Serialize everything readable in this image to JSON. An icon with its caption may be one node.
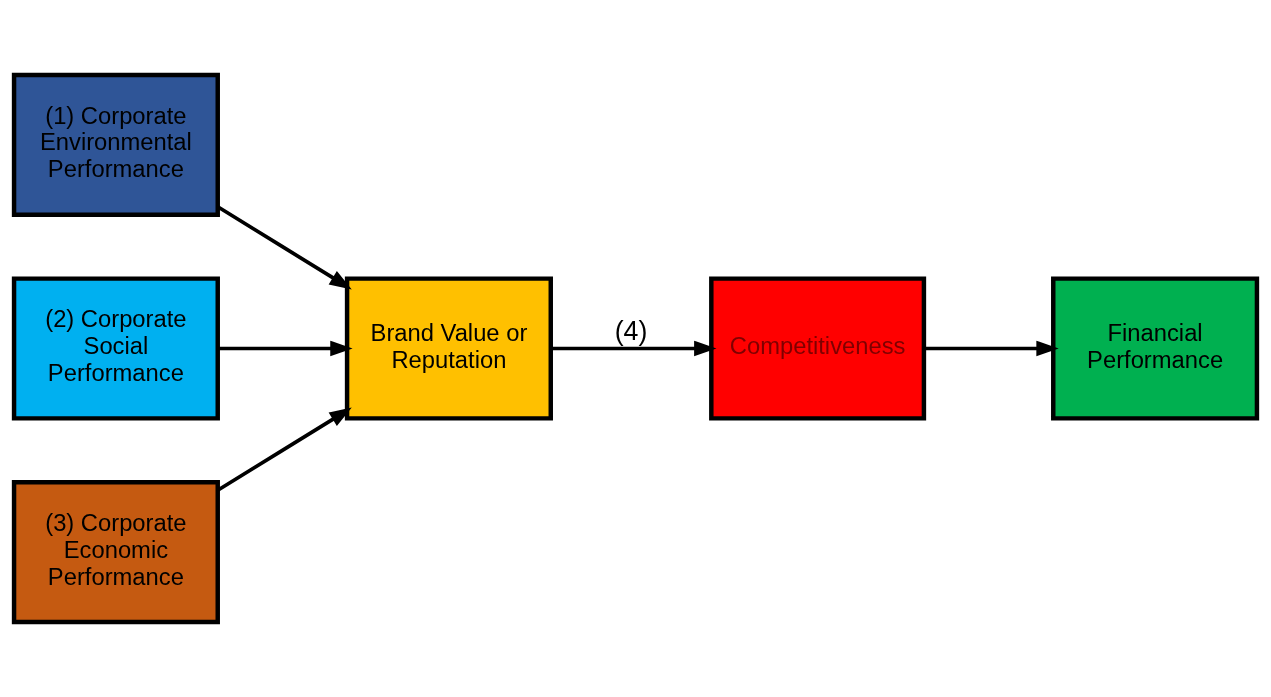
{
  "diagram": {
    "nodes": [
      {
        "text": [
          "(1) Corporate Environmental Performance"
        ]
      },
      {
        "text": [
          "(2) Corporate Social Performance"
        ]
      },
      {
        "text": [
          "(3) Corporate Economic Performance"
        ]
      },
      {
        "text": [
          "Brand Value or Reputation"
        ]
      },
      {
        "text": [
          "Competitiveness"
        ]
      },
      {
        "text": [
          "Financial Performance"
        ]
      }
    ],
    "edges": [
      {
        "from": 0,
        "to": 3,
        "arrow": "to"
      },
      {
        "from": 1,
        "to": 3,
        "arrow": "to"
      },
      {
        "from": 2,
        "to": 3,
        "arrow": "to"
      },
      {
        "from": 3,
        "to": 4,
        "arrow": "to",
        "label": "(4)"
      },
      {
        "from": 4,
        "to": 5,
        "arrow": "to"
      }
    ]
  }
}
